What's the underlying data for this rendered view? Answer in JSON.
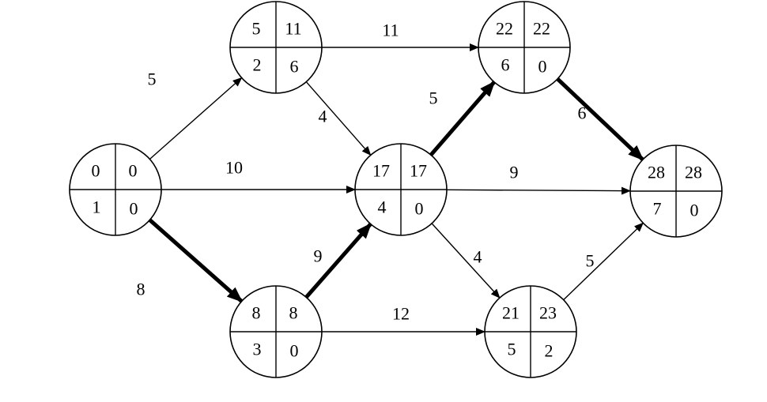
{
  "nodes": [
    {
      "id": "1",
      "cells": {
        "tl": "0",
        "tr": "0",
        "bl": "1",
        "br": "0"
      }
    },
    {
      "id": "2",
      "cells": {
        "tl": "5",
        "tr": "11",
        "bl": "2",
        "br": "6"
      }
    },
    {
      "id": "3",
      "cells": {
        "tl": "8",
        "tr": "8",
        "bl": "3",
        "br": "0"
      }
    },
    {
      "id": "4",
      "cells": {
        "tl": "17",
        "tr": "17",
        "bl": "4",
        "br": "0"
      }
    },
    {
      "id": "5",
      "cells": {
        "tl": "21",
        "tr": "23",
        "bl": "5",
        "br": "2"
      }
    },
    {
      "id": "6",
      "cells": {
        "tl": "22",
        "tr": "22",
        "bl": "6",
        "br": "0"
      }
    },
    {
      "id": "7",
      "cells": {
        "tl": "28",
        "tr": "28",
        "bl": "7",
        "br": "0"
      }
    }
  ],
  "edges": [
    {
      "from": "1",
      "to": "2",
      "duration": "5",
      "critical": false
    },
    {
      "from": "1",
      "to": "4",
      "duration": "10",
      "critical": false
    },
    {
      "from": "1",
      "to": "3",
      "duration": "8",
      "critical": true
    },
    {
      "from": "2",
      "to": "6",
      "duration": "11",
      "critical": false
    },
    {
      "from": "2",
      "to": "4",
      "duration": "4",
      "critical": false
    },
    {
      "from": "3",
      "to": "4",
      "duration": "9",
      "critical": true
    },
    {
      "from": "3",
      "to": "5",
      "duration": "12",
      "critical": false
    },
    {
      "from": "4",
      "to": "6",
      "duration": "5",
      "critical": true
    },
    {
      "from": "4",
      "to": "7",
      "duration": "9",
      "critical": false
    },
    {
      "from": "4",
      "to": "5",
      "duration": "4",
      "critical": false
    },
    {
      "from": "6",
      "to": "7",
      "duration": "6",
      "critical": true
    },
    {
      "from": "5",
      "to": "7",
      "duration": "5",
      "critical": false
    }
  ]
}
